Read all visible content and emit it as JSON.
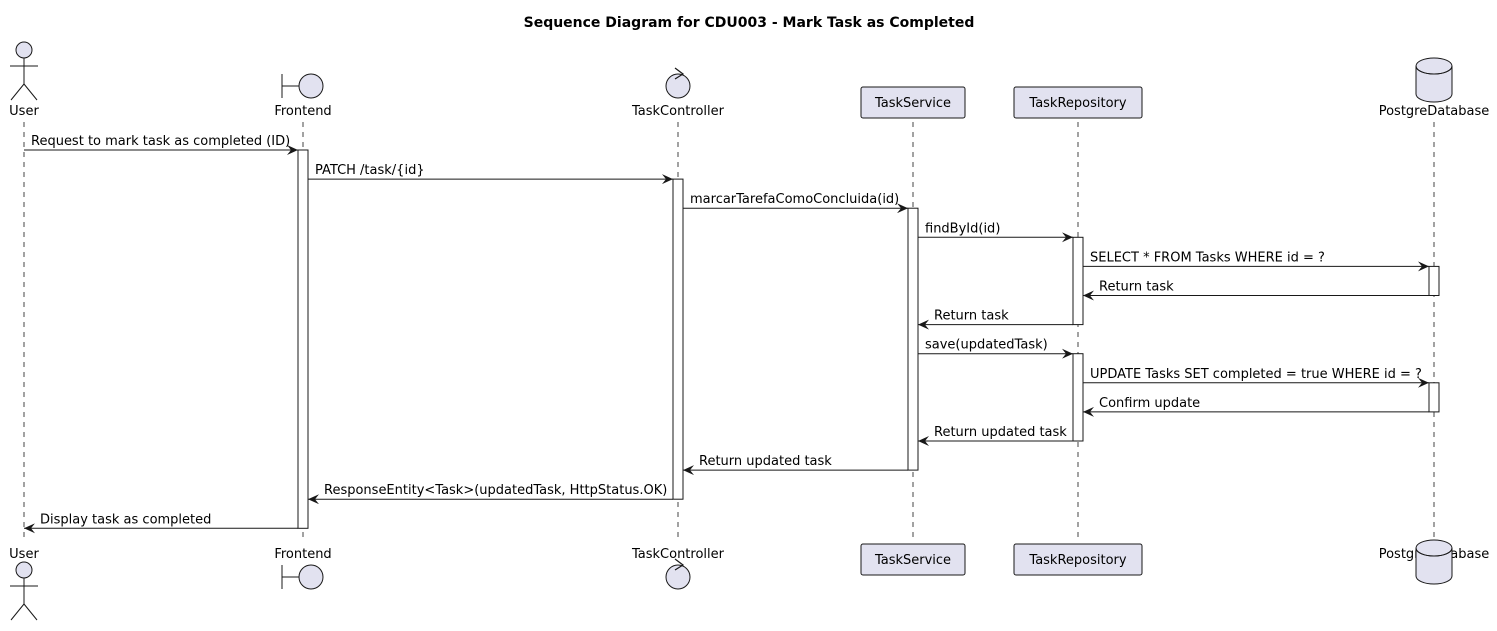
{
  "diagram": {
    "title": "Sequence Diagram for CDU003 - Mark Task as Completed",
    "participants": [
      {
        "id": "user",
        "label": "User",
        "kind": "actor"
      },
      {
        "id": "frontend",
        "label": "Frontend",
        "kind": "boundary"
      },
      {
        "id": "taskcontroller",
        "label": "TaskController",
        "kind": "control"
      },
      {
        "id": "taskservice",
        "label": "TaskService",
        "kind": "participant"
      },
      {
        "id": "taskrepository",
        "label": "TaskRepository",
        "kind": "participant"
      },
      {
        "id": "postgredatabase",
        "label": "PostgreDatabase",
        "kind": "database"
      }
    ],
    "messages": [
      {
        "from": "user",
        "to": "frontend",
        "label": "Request to mark task as completed (ID)"
      },
      {
        "from": "frontend",
        "to": "taskcontroller",
        "label": "PATCH /task/{id}"
      },
      {
        "from": "taskcontroller",
        "to": "taskservice",
        "label": "marcarTarefaComoConcluida(id)"
      },
      {
        "from": "taskservice",
        "to": "taskrepository",
        "label": "findById(id)"
      },
      {
        "from": "taskrepository",
        "to": "postgredatabase",
        "label": "SELECT * FROM Tasks WHERE id = ?"
      },
      {
        "from": "postgredatabase",
        "to": "taskrepository",
        "label": "Return task"
      },
      {
        "from": "taskrepository",
        "to": "taskservice",
        "label": "Return task"
      },
      {
        "from": "taskservice",
        "to": "taskrepository",
        "label": "save(updatedTask)"
      },
      {
        "from": "taskrepository",
        "to": "postgredatabase",
        "label": "UPDATE Tasks SET completed = true WHERE id = ?"
      },
      {
        "from": "postgredatabase",
        "to": "taskrepository",
        "label": "Confirm update"
      },
      {
        "from": "taskrepository",
        "to": "taskservice",
        "label": "Return updated task"
      },
      {
        "from": "taskservice",
        "to": "taskcontroller",
        "label": "Return updated task"
      },
      {
        "from": "taskcontroller",
        "to": "frontend",
        "label": "ResponseEntity<Task>(updatedTask, HttpStatus.OK)"
      },
      {
        "from": "frontend",
        "to": "user",
        "label": "Display task as completed"
      }
    ]
  },
  "colors": {
    "participant_fill": "#E2E2F0",
    "line": "#181818",
    "activation_fill": "#FFFFFF"
  }
}
